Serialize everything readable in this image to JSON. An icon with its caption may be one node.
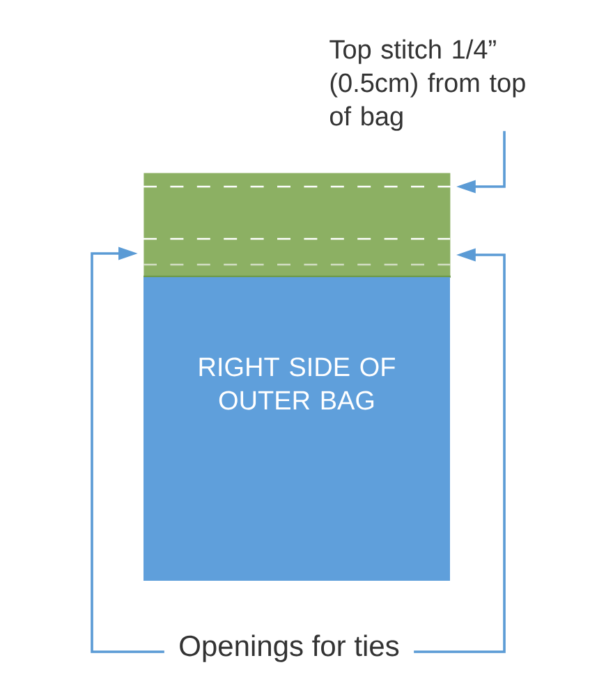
{
  "diagram": {
    "nodes": [
      {
        "text": [
          "Top stitch 1/4” (0.5cm) from top of bag"
        ]
      },
      {
        "text": [],
        "shape": "band"
      },
      {
        "text": [],
        "shape": "line",
        "in": 1
      },
      {
        "text": [
          "RIGHT SIDE OF OUTER BAG"
        ]
      },
      {
        "text": [
          "Openings for ties"
        ]
      }
    ],
    "edges": [
      {
        "from": 0,
        "to": 2,
        "arrow": "to"
      },
      {
        "from": 4,
        "to": 1,
        "arrow": "to"
      },
      {
        "from": 4,
        "to": 1,
        "arrow": "to"
      }
    ]
  }
}
